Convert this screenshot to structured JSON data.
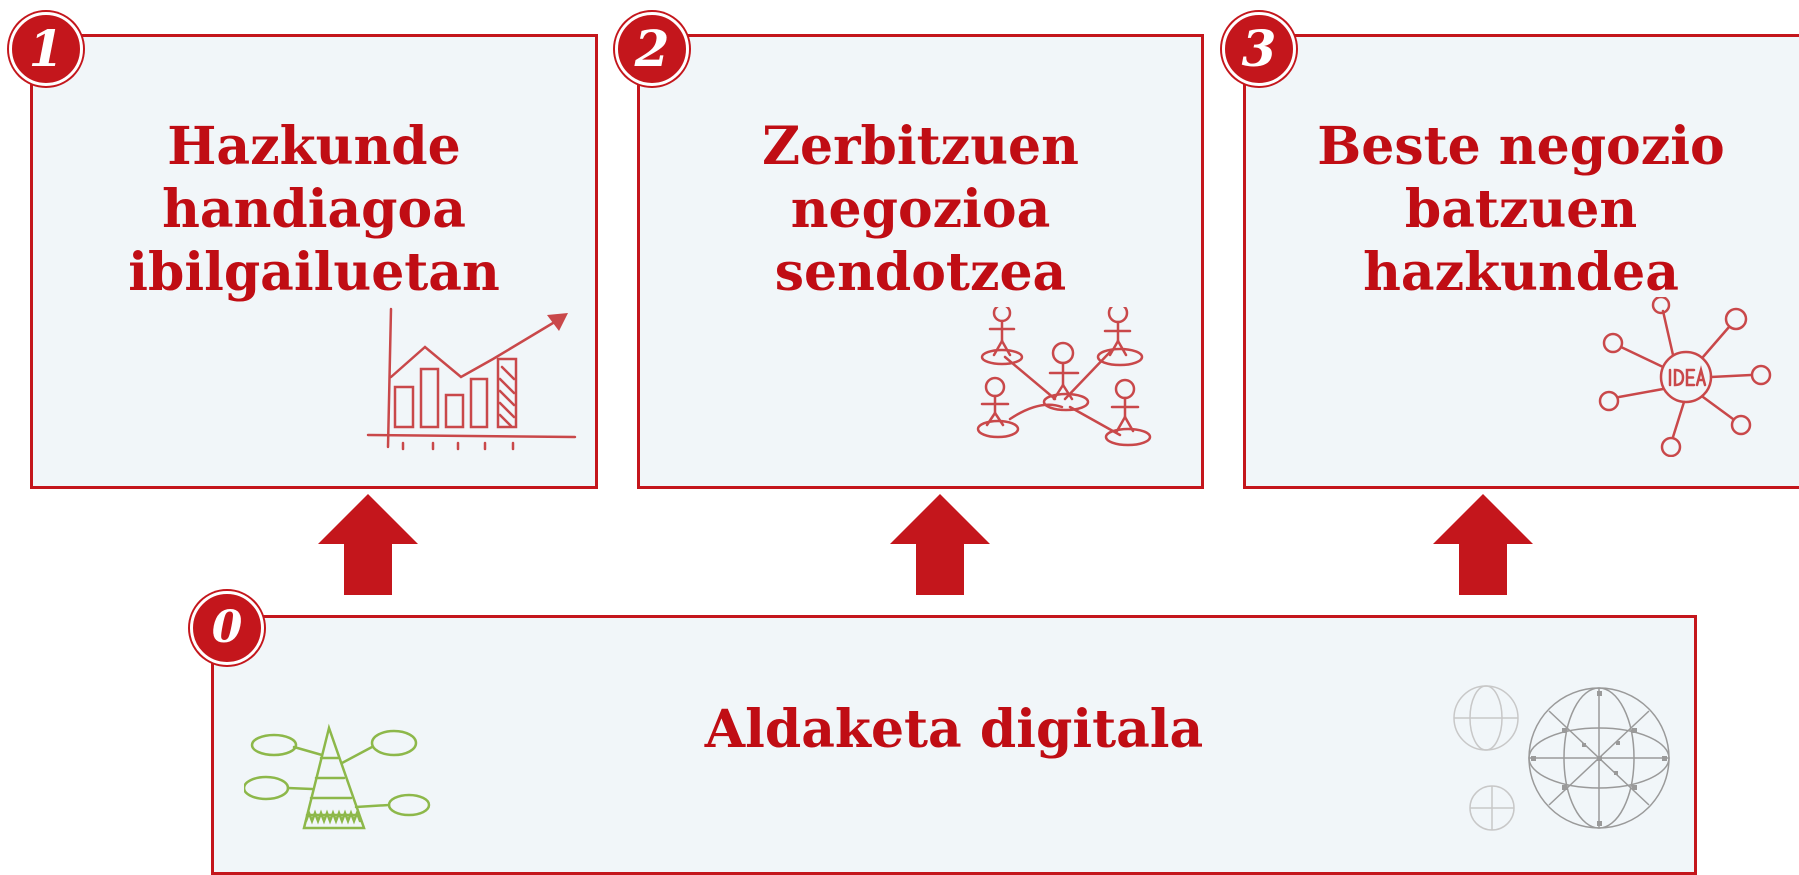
{
  "cards": [
    {
      "badge": "1",
      "title": "Hazkunde\nhandiagoa\nibilgailuetan",
      "icon": "growth-bar-chart-icon"
    },
    {
      "badge": "2",
      "title": "Zerbitzuen\nnegozioa\nsendotzea",
      "icon": "people-network-icon"
    },
    {
      "badge": "3",
      "title": "Beste negozio\nbatzuen\nhazkundea",
      "icon": "idea-mindmap-icon"
    }
  ],
  "base": {
    "badge": "0",
    "title": "Aldaketa digitala",
    "icons": [
      "pyramid-mindmap-icon",
      "digital-globe-icon"
    ]
  },
  "colors": {
    "accent": "#c4161c",
    "text": "#c00d14",
    "panel": "#f1f6f9",
    "illustration": "#c9484a",
    "green": "#8db84a",
    "gray": "#9a9a9a"
  }
}
